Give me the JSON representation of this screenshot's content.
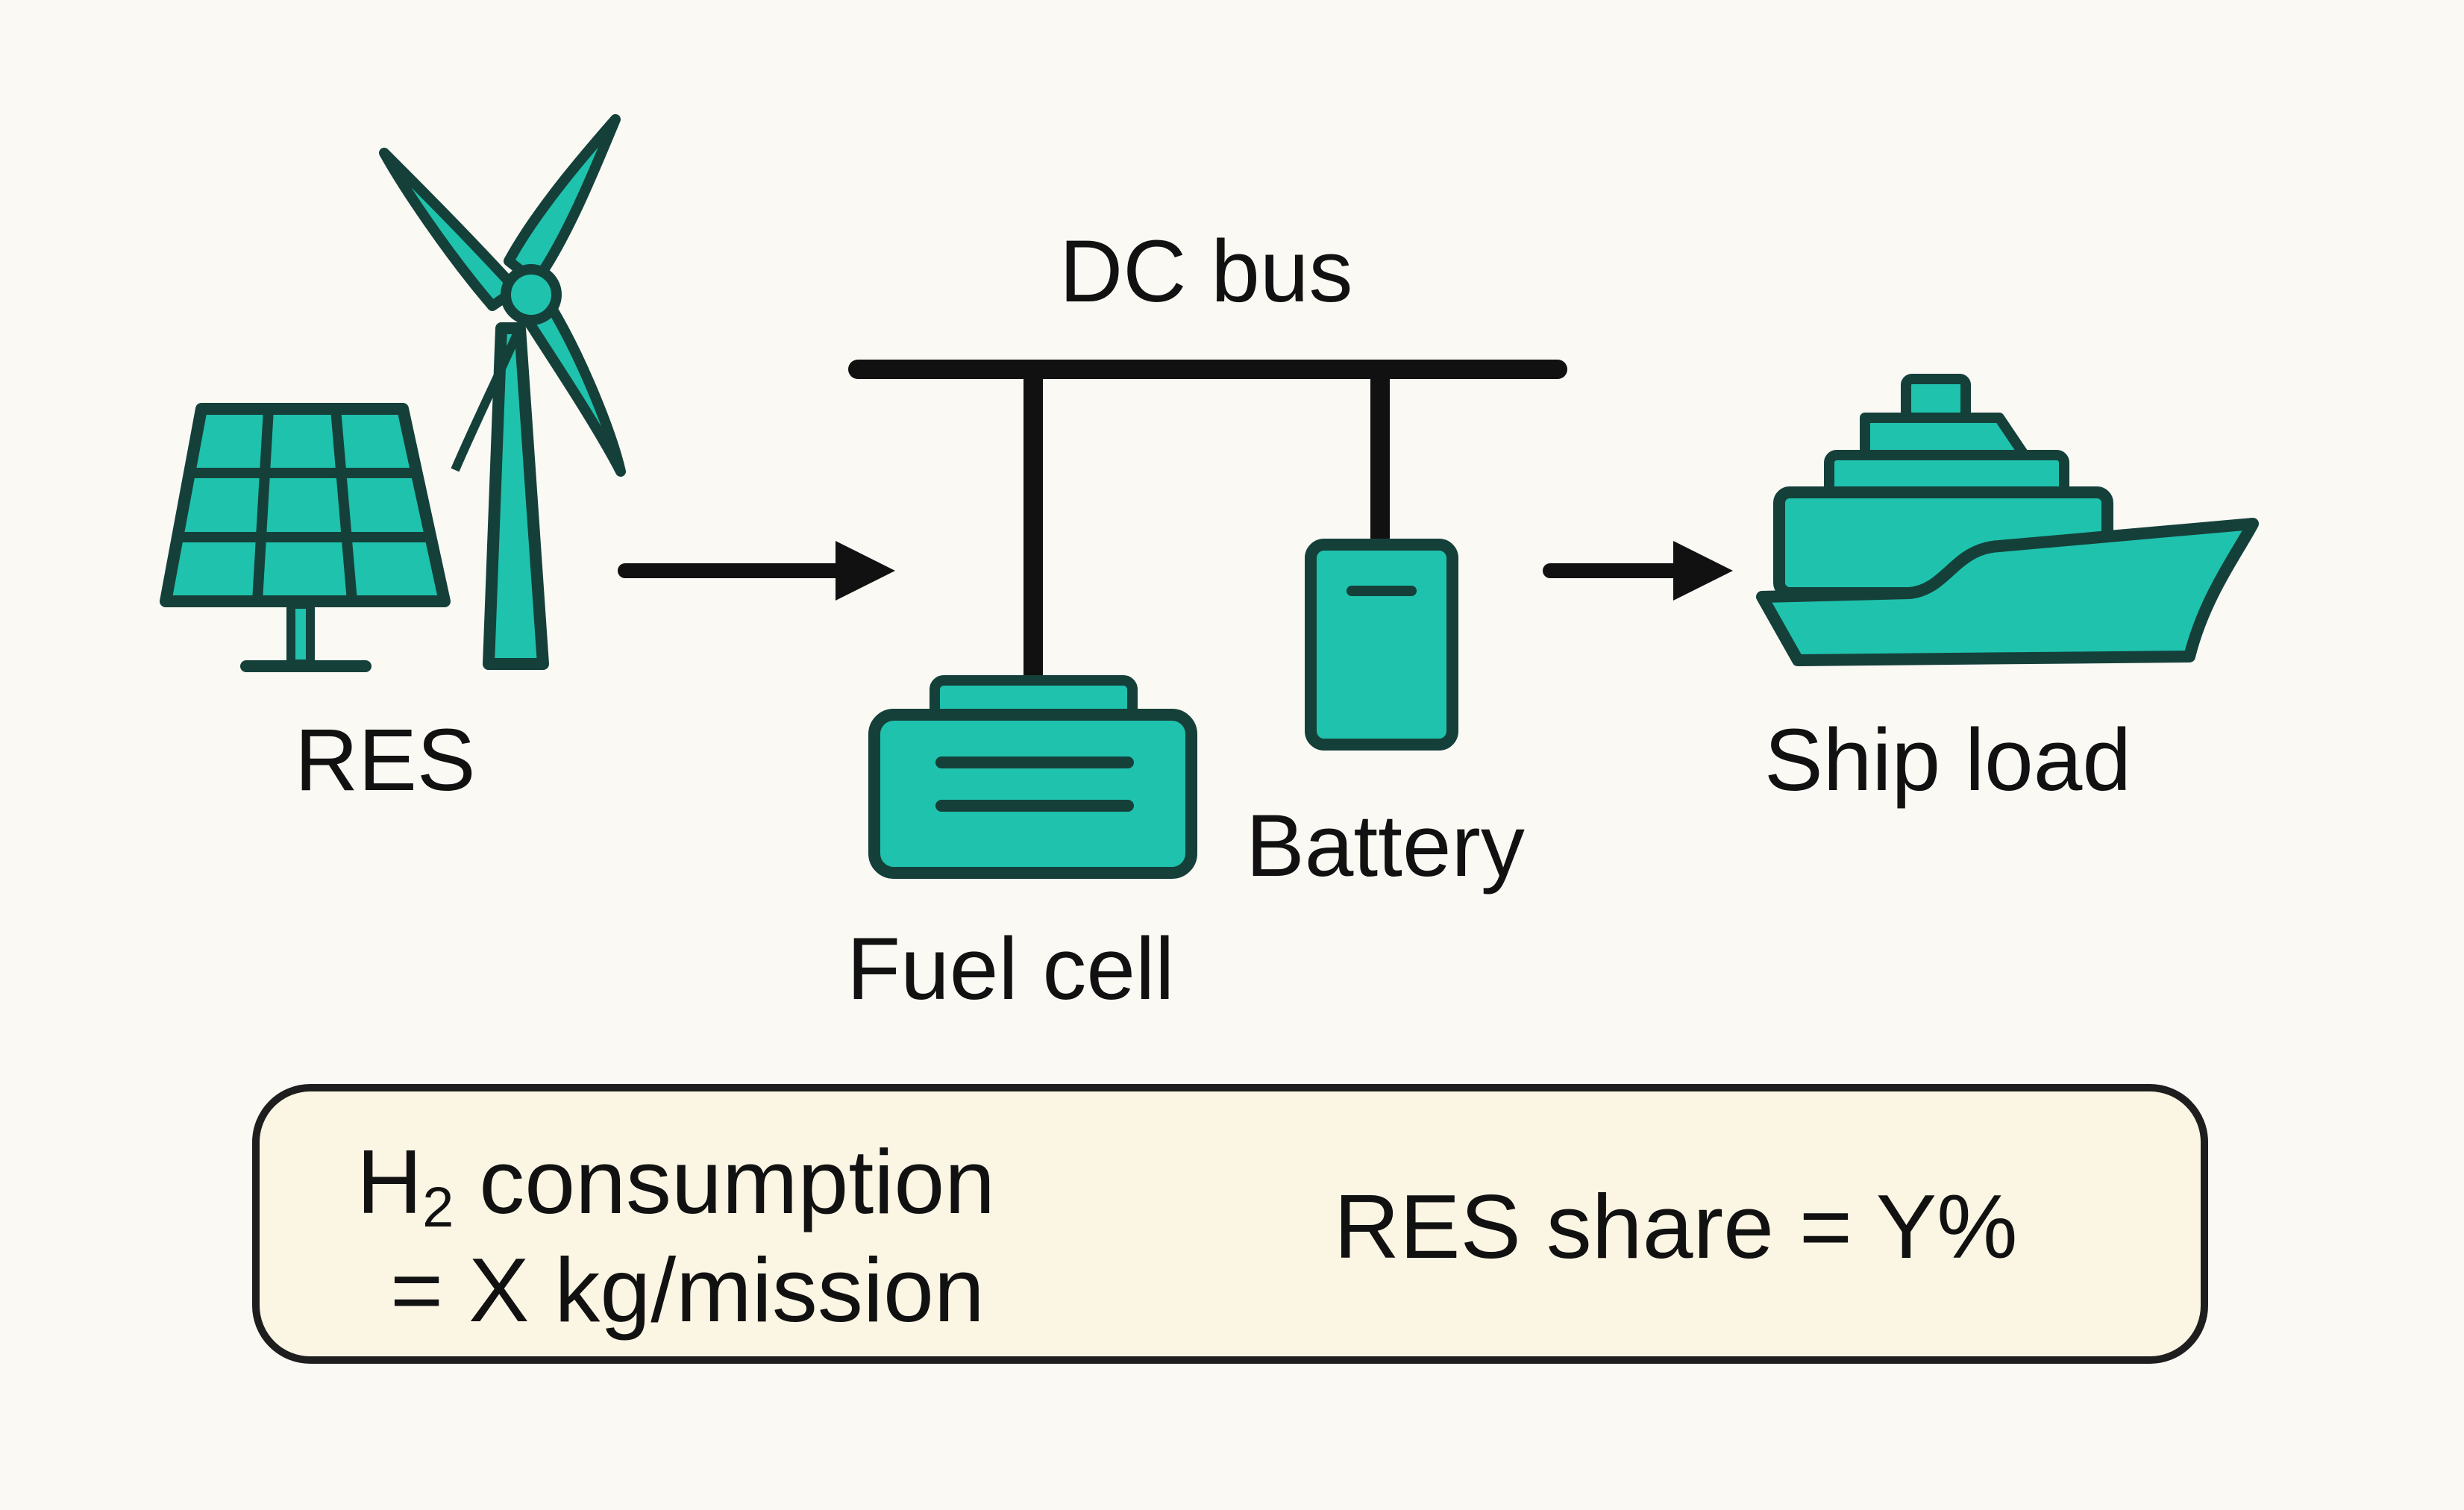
{
  "labels": {
    "res": "RES",
    "dc_bus": "DC bus",
    "fuel_cell": "Fuel cell",
    "battery": "Battery",
    "ship_load": "Ship load"
  },
  "summary": {
    "h2_prefix": "H",
    "h2_subscript": "2",
    "h2_rest": " consumption",
    "h2_value": "= X kg/mission",
    "res_share": "RES share = Y%"
  },
  "icons": [
    "solar-panel-icon",
    "wind-turbine-icon",
    "fuel-cell-icon",
    "battery-icon",
    "ship-icon"
  ],
  "colors": {
    "accent": "#1fc2ad",
    "outline": "#15403a",
    "line": "#111111",
    "box_fill": "#fbf5e3",
    "background": "#fbf9f4"
  }
}
